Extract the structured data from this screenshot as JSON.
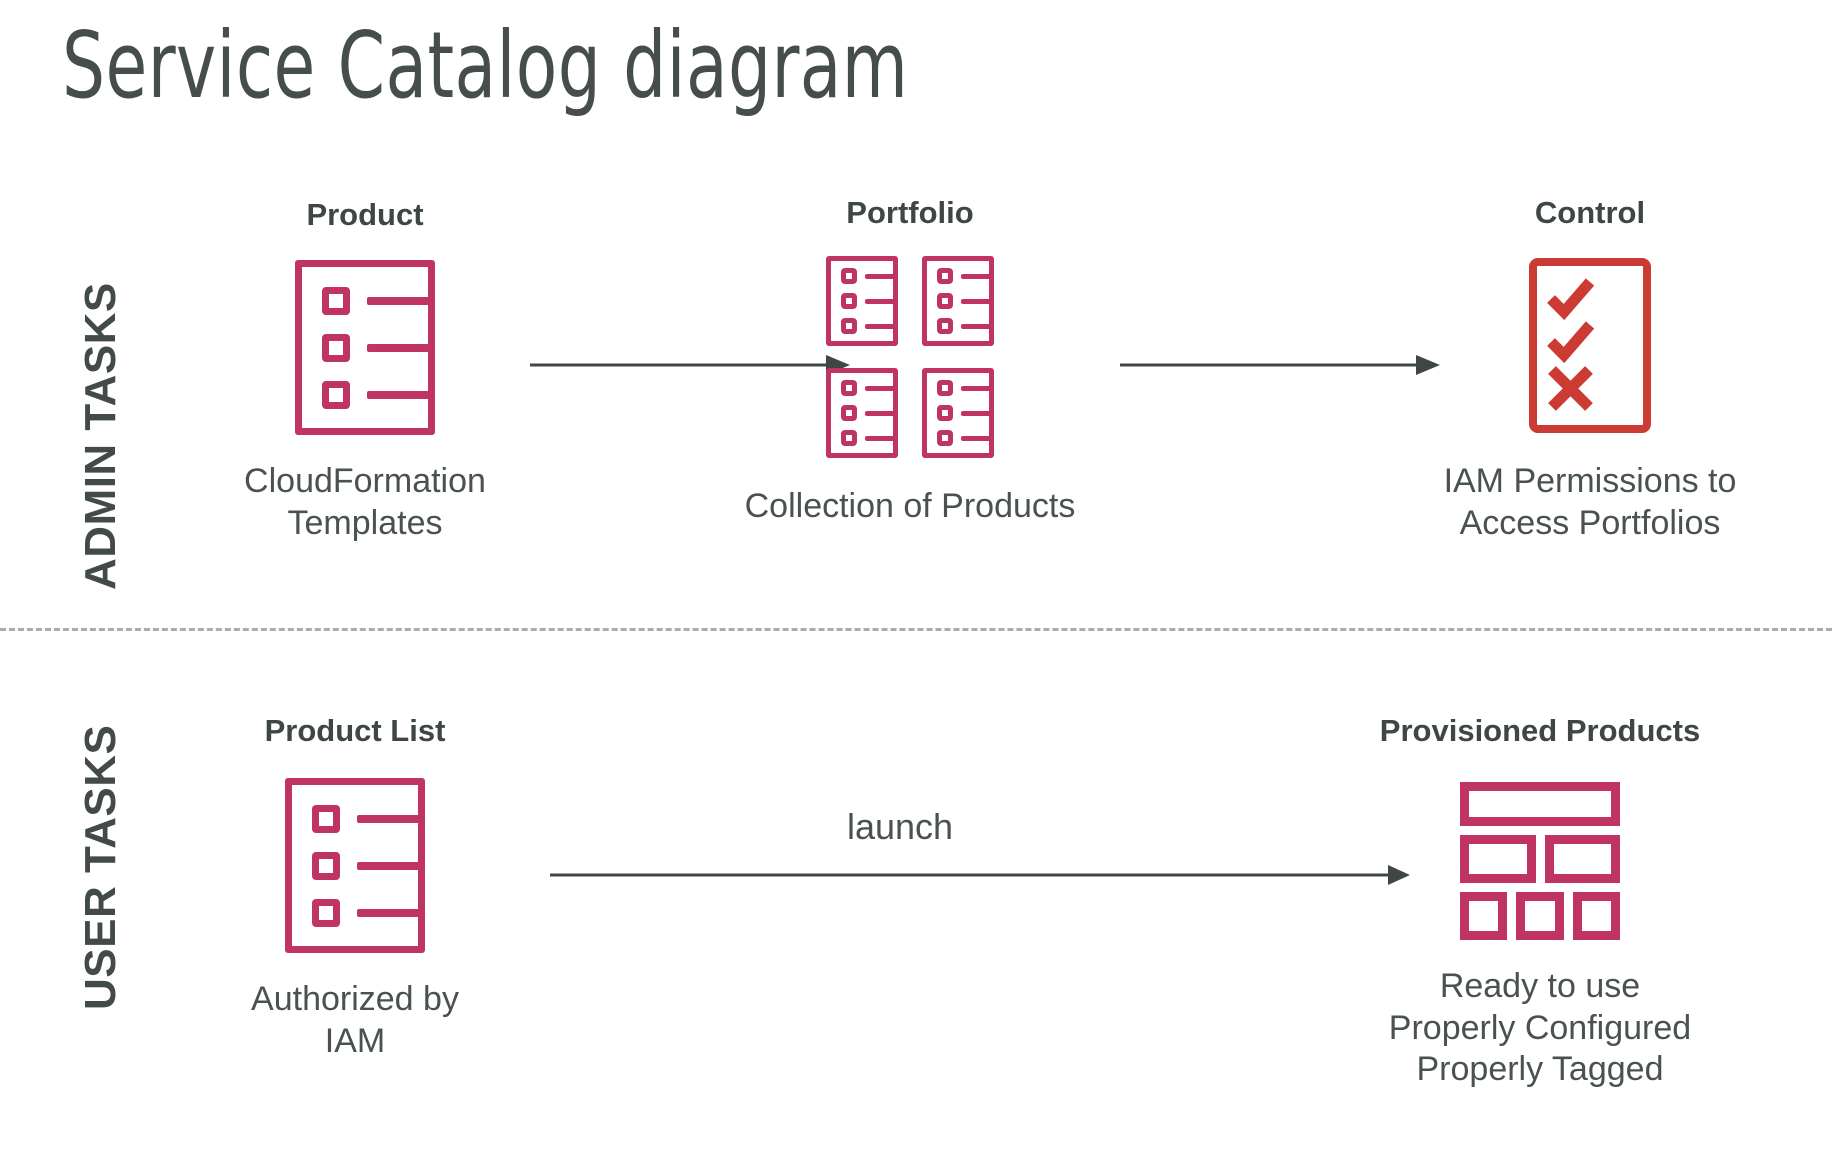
{
  "title": "Service Catalog diagram",
  "colors": {
    "accent_pink": "#bf3462",
    "accent_red": "#cb3a33",
    "text_dark": "#3f4746",
    "divider": "#a9adad",
    "background": "#ffffff"
  },
  "sections": {
    "admin": {
      "rail_label": "ADMIN TASKS"
    },
    "user": {
      "rail_label": "USER TASKS"
    }
  },
  "nodes": {
    "product": {
      "title": "Product",
      "caption": "CloudFormation\nTemplates",
      "icon": "document-checklist-icon"
    },
    "portfolio": {
      "title": "Portfolio",
      "caption": "Collection of Products",
      "icon": "document-grid-icon",
      "item_count": 4
    },
    "control": {
      "title": "Control",
      "caption": "IAM Permissions to\nAccess Portfolios",
      "icon": "checklist-approval-icon",
      "marks": [
        "check",
        "check",
        "cross"
      ]
    },
    "product_list": {
      "title": "Product List",
      "caption": "Authorized by IAM",
      "icon": "document-checklist-icon"
    },
    "provisioned_products": {
      "title": "Provisioned Products",
      "caption": "Ready to use\nProperly Configured\nProperly Tagged",
      "icon": "layout-blocks-icon"
    }
  },
  "arrows": {
    "product_to_portfolio": {
      "label": ""
    },
    "portfolio_to_control": {
      "label": ""
    },
    "list_to_provisioned": {
      "label": "launch"
    }
  }
}
